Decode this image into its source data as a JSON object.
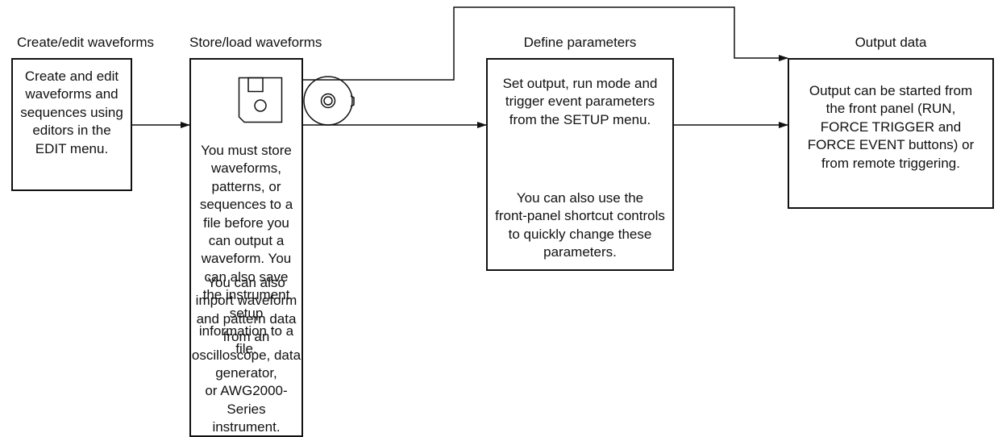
{
  "stages": [
    {
      "heading": "Create/edit waveforms",
      "text": "Create and edit\nwaveforms and\nsequences using\neditors in the\nEDIT menu."
    },
    {
      "heading": "Store/load waveforms",
      "icons": [
        "floppy-disk-icon",
        "optical-disc-icon"
      ],
      "text": "You must store waveforms,\npatterns, or sequences to a\nfile before you can output a\nwaveform. You can also save\nthe instrument setup\ninformation to a file.",
      "text2": "You can also import waveform\nand pattern data from an\noscilloscope, data generator,\nor AWG2000-Series\ninstrument."
    },
    {
      "heading": "Define parameters",
      "text": "Set output, run mode and\ntrigger event parameters\nfrom the SETUP menu.",
      "text2": "You can also use the\nfront-panel shortcut controls\nto quickly change these\nparameters."
    },
    {
      "heading": "Output data",
      "text": "Output can be started from\nthe front panel (RUN,\nFORCE TRIGGER and\nFORCE EVENT buttons) or\nfrom remote triggering."
    }
  ]
}
